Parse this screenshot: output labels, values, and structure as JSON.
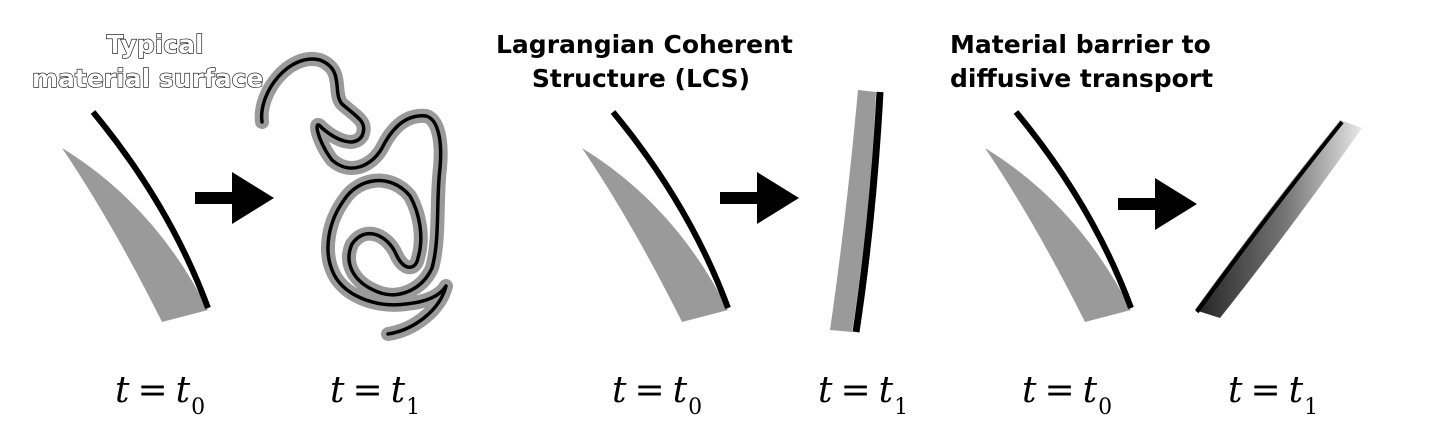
{
  "panels": [
    {
      "title_line1": "Typical",
      "title_line2": "material surface",
      "label_left": {
        "var": "t",
        "eq": "=",
        "rhs": "t",
        "sub": "0"
      },
      "label_right": {
        "var": "t",
        "eq": "=",
        "rhs": "t",
        "sub": "1"
      }
    },
    {
      "title_line1": "Lagrangian Coherent",
      "title_line2": "Structure (LCS)",
      "label_left": {
        "var": "t",
        "eq": "=",
        "rhs": "t",
        "sub": "0"
      },
      "label_right": {
        "var": "t",
        "eq": "=",
        "rhs": "t",
        "sub": "1"
      }
    },
    {
      "title_line1": "Material barrier to",
      "title_line2": "diffusive transport",
      "label_left": {
        "var": "t",
        "eq": "=",
        "rhs": "t",
        "sub": "0"
      },
      "label_right": {
        "var": "t",
        "eq": "=",
        "rhs": "t",
        "sub": "1"
      }
    }
  ],
  "colors": {
    "surface_gray": "#9a9a9a",
    "edge_black": "#000000",
    "arrow": "#000000"
  }
}
